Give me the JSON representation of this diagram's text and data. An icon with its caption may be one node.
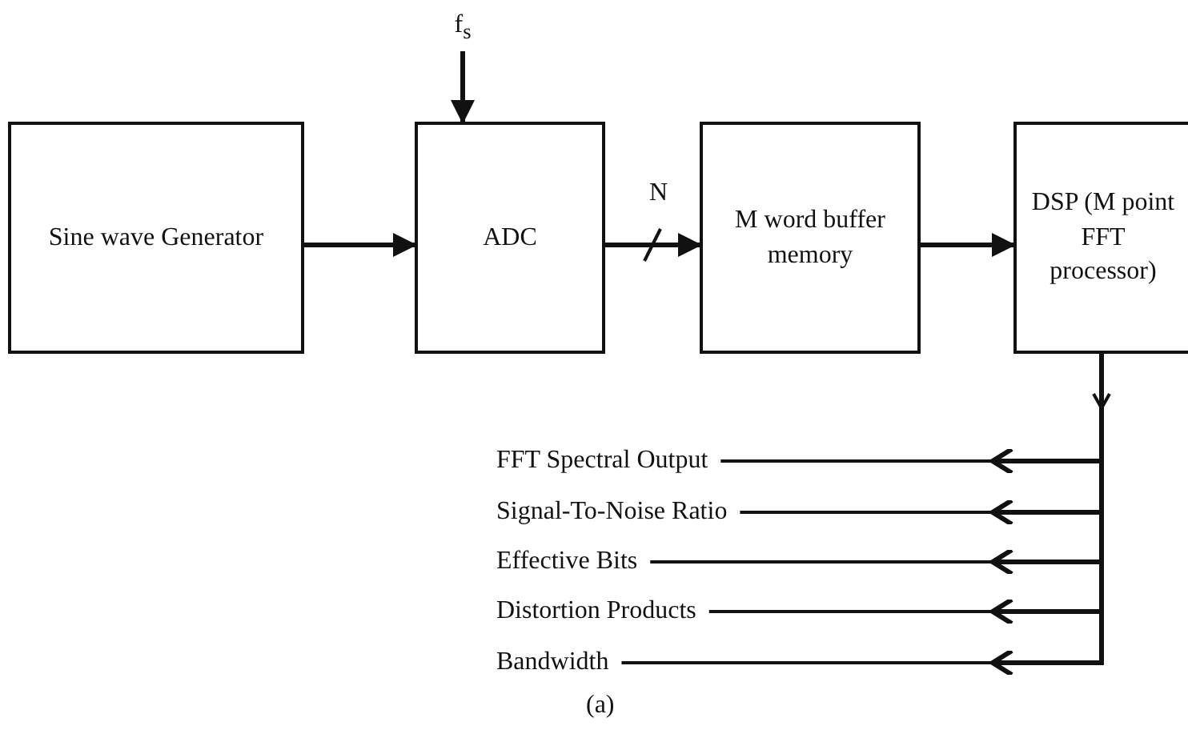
{
  "diagram": {
    "caption": "(a)",
    "nodes": [
      {
        "text": [
          "Sine wave Generator"
        ]
      },
      {
        "text": [
          "ADC"
        ]
      },
      {
        "text": [
          "M word buffer memory"
        ]
      },
      {
        "text": [
          "DSP (M point FFT processor)"
        ]
      },
      {
        "text": [
          "f$_{s}$"
        ]
      },
      {
        "text": [
          "FFT Spectral Output"
        ]
      },
      {
        "text": [
          "Signal-To-Noise Ratio"
        ]
      },
      {
        "text": [
          "Effective Bits"
        ]
      },
      {
        "text": [
          "Distortion Products"
        ]
      },
      {
        "text": [
          "Bandwidth"
        ]
      }
    ],
    "edges": [
      {
        "from": 4,
        "to": 1,
        "arrow": "to"
      },
      {
        "from": 0,
        "to": 1,
        "arrow": "to"
      },
      {
        "from": 1,
        "to": 2,
        "arrow": "to",
        "label": "N"
      },
      {
        "from": 2,
        "to": 3,
        "arrow": "to"
      },
      {
        "from": 3,
        "to": 5,
        "arrow": "to"
      },
      {
        "from": 3,
        "to": 6,
        "arrow": "to"
      },
      {
        "from": 3,
        "to": 7,
        "arrow": "to"
      },
      {
        "from": 3,
        "to": 8,
        "arrow": "to"
      },
      {
        "from": 3,
        "to": 9,
        "arrow": "to"
      }
    ]
  }
}
